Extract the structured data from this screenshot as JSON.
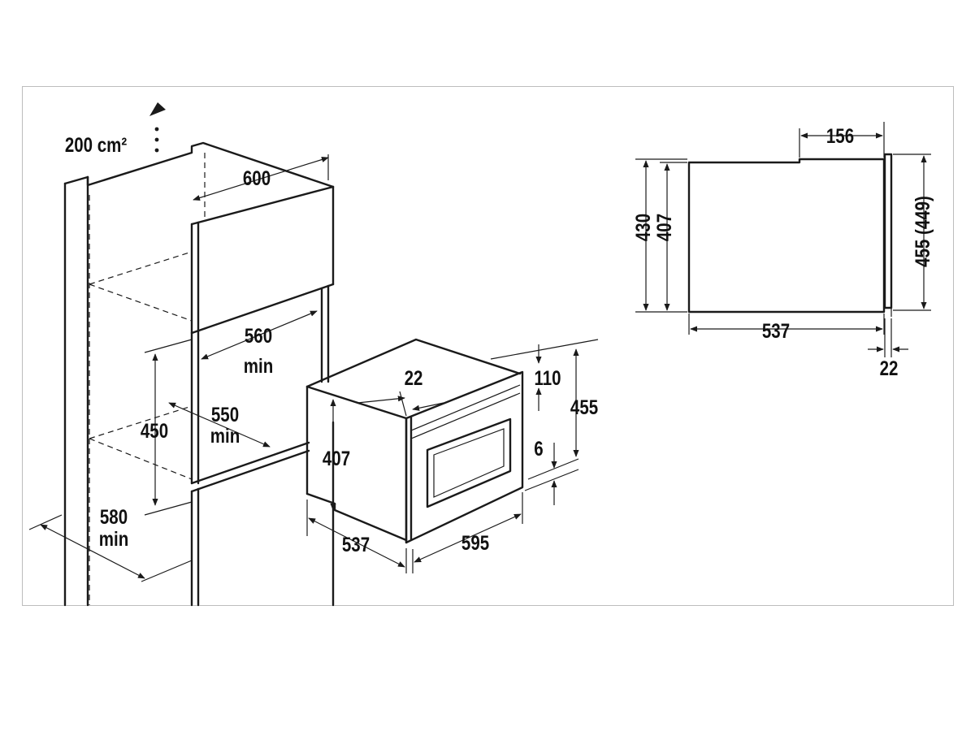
{
  "labels": {
    "vent": "200 cm²",
    "niche_width": "600",
    "depth_560": "560",
    "min_560": "min",
    "niche_height": "450",
    "depth_550": "550",
    "min_550": "min",
    "cabinet_depth": "580",
    "min_580": "min",
    "front_gap": "22",
    "top_clear": "110",
    "oven_height_455": "455",
    "oven_body_407": "407",
    "bottom_gap": "6",
    "oven_depth_537": "537",
    "oven_width_595": "595",
    "side_156": "156",
    "side_430": "430",
    "side_407": "407",
    "side_455": "455 (449)",
    "side_537": "537",
    "side_22": "22"
  },
  "colors": {
    "line": "#1a1a1a",
    "frame": "#bdbdbd",
    "background": "#ffffff"
  }
}
